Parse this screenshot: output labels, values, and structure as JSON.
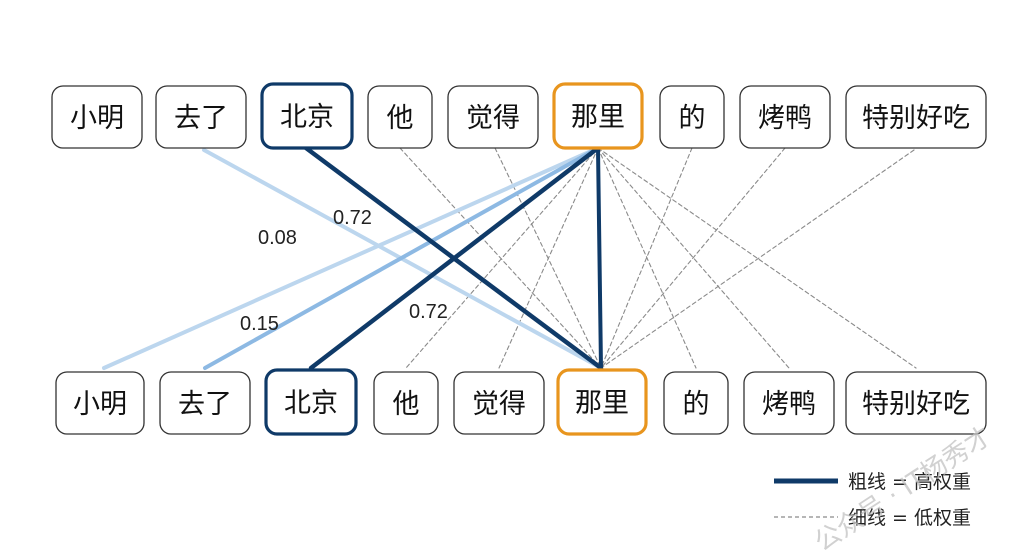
{
  "tokens": [
    "小明",
    "去了",
    "北京",
    "他",
    "觉得",
    "那里",
    "的",
    "烤鸭",
    "特别好吃"
  ],
  "highlight": {
    "key_token": "北京",
    "query_token": "那里"
  },
  "colors": {
    "dark_blue": "#0f3a68",
    "mid_blue": "#8db9e3",
    "light_blue": "#bcd6ee",
    "orange": "#e8951e",
    "gray": "#8a8a8a"
  },
  "edges": [
    {
      "from": "北京",
      "to": "那里",
      "style": "thick",
      "label": "0.72"
    },
    {
      "from": "那里",
      "to": "北京",
      "style": "thick",
      "label": "0.72"
    },
    {
      "from": "去了",
      "to": "那里",
      "style": "light",
      "label": "0.08"
    },
    {
      "from": "那里",
      "to": "去了",
      "style": "medium",
      "label": "0.15"
    },
    {
      "from": "那里",
      "to": "小明",
      "style": "light",
      "label": ""
    },
    {
      "from": "那里",
      "to": "那里",
      "style": "thick-vertical",
      "label": ""
    },
    {
      "from": "他",
      "to": "那里",
      "style": "dashed",
      "label": ""
    },
    {
      "from": "觉得",
      "to": "那里",
      "style": "dashed",
      "label": ""
    },
    {
      "from": "的",
      "to": "那里",
      "style": "dashed",
      "label": ""
    },
    {
      "from": "烤鸭",
      "to": "那里",
      "style": "dashed",
      "label": ""
    },
    {
      "from": "特别好吃",
      "to": "那里",
      "style": "dashed",
      "label": ""
    },
    {
      "from": "那里",
      "to": "他",
      "style": "dashed",
      "label": ""
    },
    {
      "from": "那里",
      "to": "觉得",
      "style": "dashed",
      "label": ""
    },
    {
      "from": "那里",
      "to": "的",
      "style": "dashed",
      "label": ""
    },
    {
      "from": "那里",
      "to": "烤鸭",
      "style": "dashed",
      "label": ""
    },
    {
      "from": "那里",
      "to": "特别好吃",
      "style": "dashed",
      "label": ""
    }
  ],
  "legend": {
    "thick_label": "粗线 = 高权重",
    "thin_label": "细线 = 低权重"
  },
  "watermark": "公众号 · IT杨秀才"
}
